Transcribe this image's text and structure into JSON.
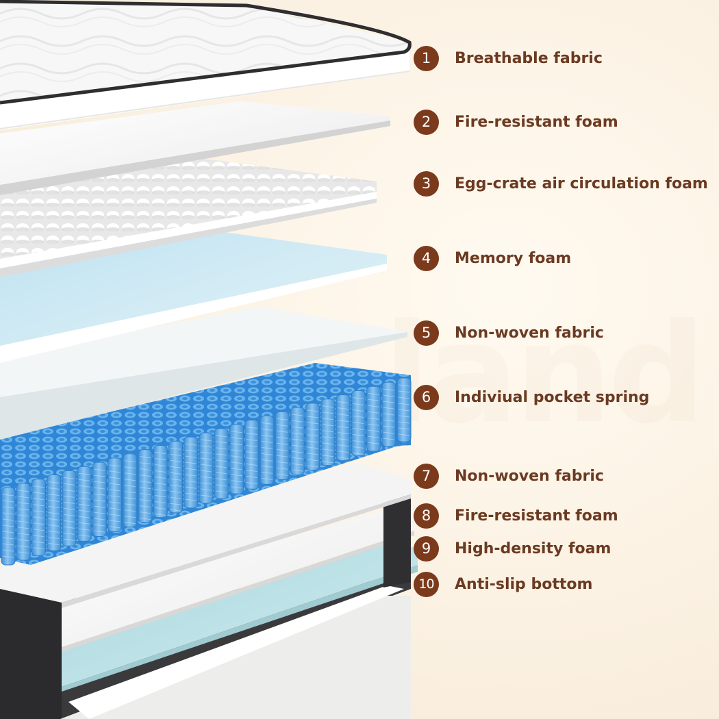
{
  "watermark": "land",
  "layers": [
    {
      "number": "1",
      "label": "Breathable fabric"
    },
    {
      "number": "2",
      "label": "Fire-resistant foam"
    },
    {
      "number": "3",
      "label": "Egg-crate air circulation foam"
    },
    {
      "number": "4",
      "label": "Memory foam"
    },
    {
      "number": "5",
      "label": "Non-woven fabric"
    },
    {
      "number": "6",
      "label": "Indiviual pocket spring"
    },
    {
      "number": "7",
      "label": "Non-woven fabric"
    },
    {
      "number": "8",
      "label": "Fire-resistant foam"
    },
    {
      "number": "9",
      "label": "High-density foam"
    },
    {
      "number": "10",
      "label": "Anti-slip bottom"
    }
  ],
  "colors": {
    "badge": "#7b3a1c",
    "label_text": "#6b3a22",
    "background": "#fbf1e2",
    "spring_blue": "#4aa3e8",
    "memory_foam": "#cfe8f2",
    "high_density_foam": "#bfe0e6",
    "mattress_border": "#2e2e30"
  }
}
